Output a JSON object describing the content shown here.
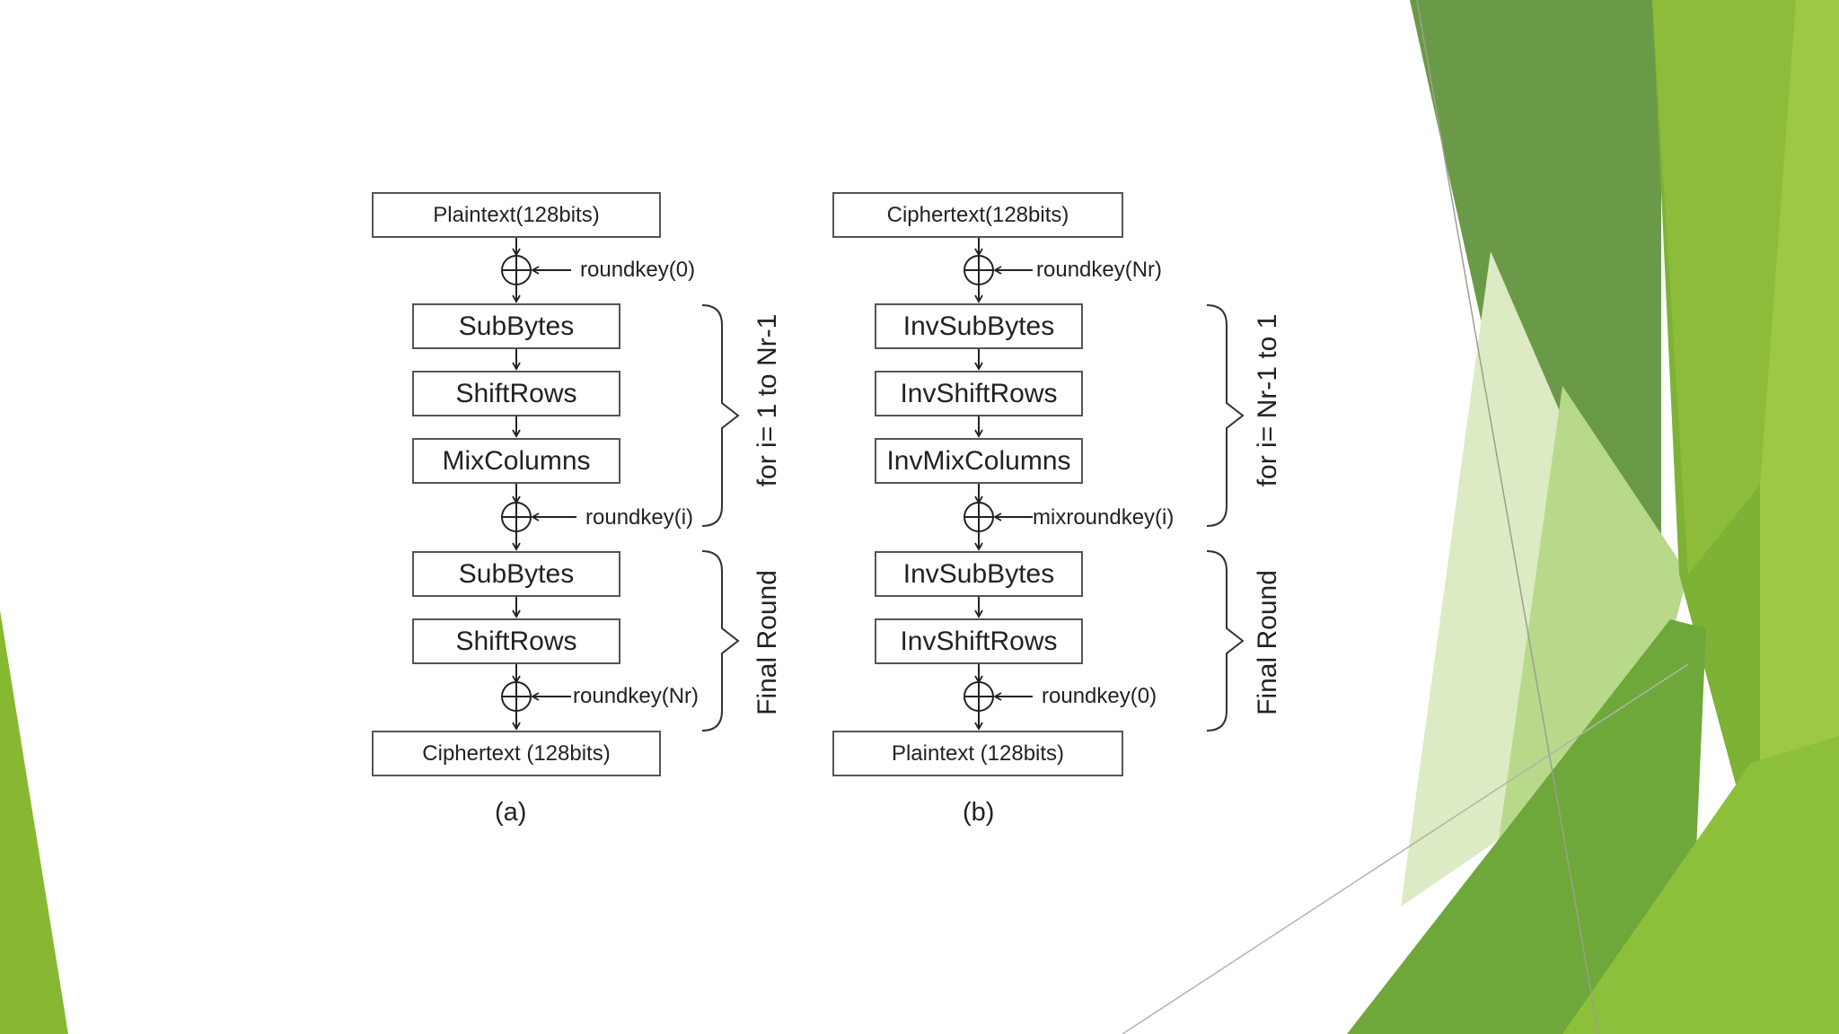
{
  "colors": {
    "background": "#ffffff",
    "accent_dark": "#5f9640",
    "accent_mid": "#7db234",
    "accent_light": "#a3c85a",
    "accent_pale": "#dcebc3",
    "box_border": "#555555",
    "text": "#222222"
  },
  "diagram_a": {
    "caption": "(a)",
    "input": "Plaintext(128bits)",
    "initial_key": "roundkey(0)",
    "round_steps": [
      "SubBytes",
      "ShiftRows",
      "MixColumns"
    ],
    "round_key": "roundkey(i)",
    "round_label": "for i= 1 to Nr-1",
    "final_steps": [
      "SubBytes",
      "ShiftRows"
    ],
    "final_key": "roundkey(Nr)",
    "final_label": "Final Round",
    "output": "Ciphertext (128bits)"
  },
  "diagram_b": {
    "caption": "(b)",
    "input": "Ciphertext(128bits)",
    "initial_key": "roundkey(Nr)",
    "round_steps": [
      "InvSubBytes",
      "InvShiftRows",
      "InvMixColumns"
    ],
    "round_key": "mixroundkey(i)",
    "round_label": "for i= Nr-1 to 1",
    "final_steps": [
      "InvSubBytes",
      "InvShiftRows"
    ],
    "final_key": "roundkey(0)",
    "final_label": "Final Round",
    "output": "Plaintext (128bits)"
  }
}
